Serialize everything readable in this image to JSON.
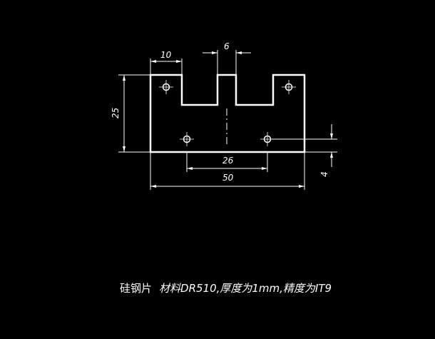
{
  "drawing": {
    "dimensions": {
      "tab_width": "10",
      "slot_width": "6",
      "height": "25",
      "hole_spacing": "26",
      "overall_width": "50",
      "hole_offset": "4"
    },
    "caption": {
      "part_name": "硅钢片",
      "spec": "材料DR510,厚度为1mm,精度为IT9"
    }
  },
  "colors": {
    "background": "#000000",
    "line": "#ffffff"
  }
}
